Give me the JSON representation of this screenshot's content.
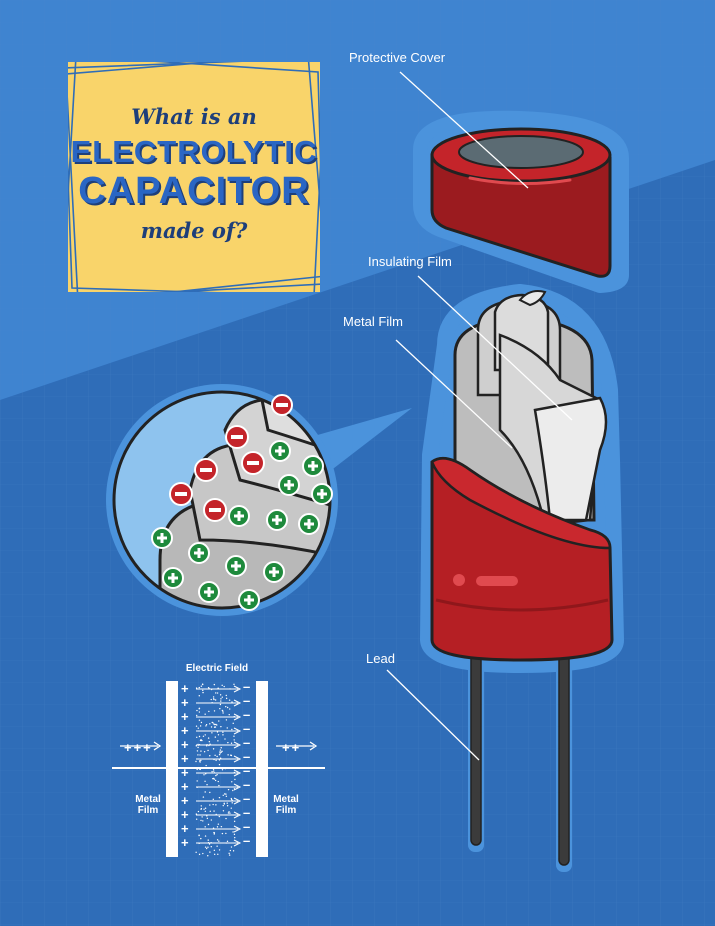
{
  "title": {
    "line1": "What is an",
    "line2": "ELECTROLYTIC",
    "line3": "CAPACITOR",
    "line4": "made of?"
  },
  "labels": {
    "protective_cover": "Protective Cover",
    "insulating_film": "Insulating Film",
    "metal_film": "Metal Film",
    "lead": "Lead"
  },
  "field_diagram": {
    "title": "Electric Field",
    "left_label": "Metal Film",
    "right_label": "Metal Film",
    "incoming_charges": "+++",
    "outgoing_charges": "++"
  },
  "colors": {
    "background": "#2f6db8",
    "title_card": "#f9d46a",
    "capacitor_red": "#b51f24",
    "film_gray": "#c9c9c9",
    "positive_charge": "#1e8a3c",
    "negative_charge": "#c4242a"
  }
}
